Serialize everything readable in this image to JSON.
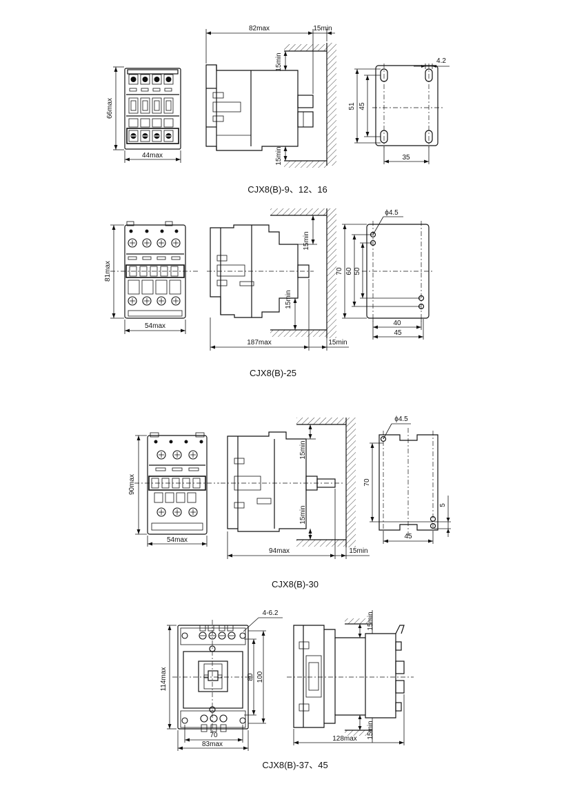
{
  "sections": [
    {
      "caption": "CJX8(B)-9、12、16",
      "dims": {
        "height": "66max",
        "width": "44max",
        "depth": "82max",
        "clear_side": "15min",
        "clear_top": "15min",
        "clear_bottom": "15min",
        "hole": "4.2",
        "v_outer": "51",
        "v_inner": "45",
        "h": "35"
      }
    },
    {
      "caption": "CJX8(B)-25",
      "dims": {
        "height": "81max",
        "width": "54max",
        "depth": "187max",
        "clear_side": "15min",
        "clear_top": "15min",
        "clear_bottom": "15min",
        "hole": "ϕ4.5",
        "v_outer": "70",
        "v_mid": "60",
        "v_inner": "50",
        "h_inner": "40",
        "h_outer": "45"
      }
    },
    {
      "caption": "CJX8(B)-30",
      "dims": {
        "height": "90max",
        "width": "54max",
        "depth": "94max",
        "clear_side": "15min",
        "clear_top": "15min",
        "clear_bottom": "15min",
        "hole": "ϕ4.5",
        "v": "70",
        "h": "45",
        "offset": "5"
      }
    },
    {
      "caption": "CJX8(B)-37、45",
      "dims": {
        "height": "114max",
        "hole": "4-6.2",
        "v_inner": "80",
        "v_outer": "100",
        "h_inner": "70",
        "width": "83max",
        "depth": "128max",
        "clear_top": "15min",
        "clear_bottom": "15min"
      }
    }
  ]
}
